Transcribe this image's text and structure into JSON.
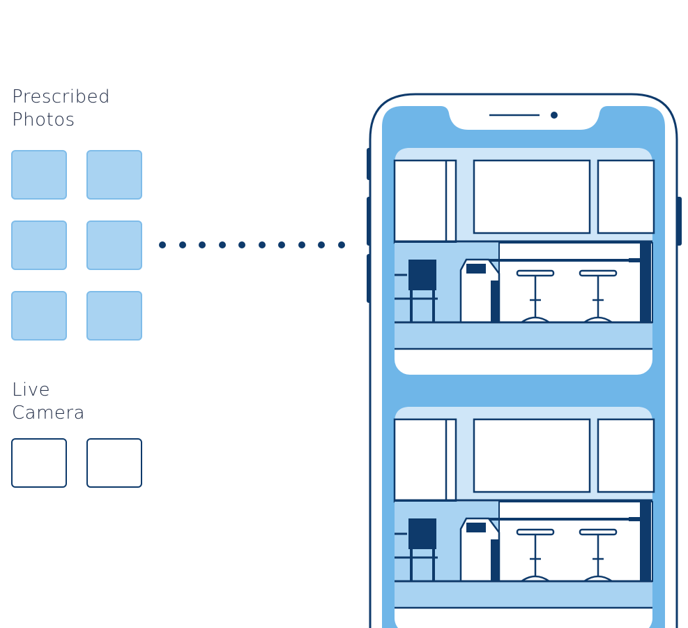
{
  "prescribed": {
    "title_lines": [
      "Prescribed",
      "Photos"
    ],
    "thumbnail_count": 6
  },
  "live": {
    "title_lines": [
      "Live",
      "Camera"
    ],
    "thumbnail_count": 2
  },
  "connector": {
    "dot_count": 10
  },
  "colors": {
    "navy": "#0e3a6b",
    "screen_blue": "#6fb6e8",
    "light_blue": "#a9d3f2",
    "pale_blue": "#cfe6f8"
  }
}
